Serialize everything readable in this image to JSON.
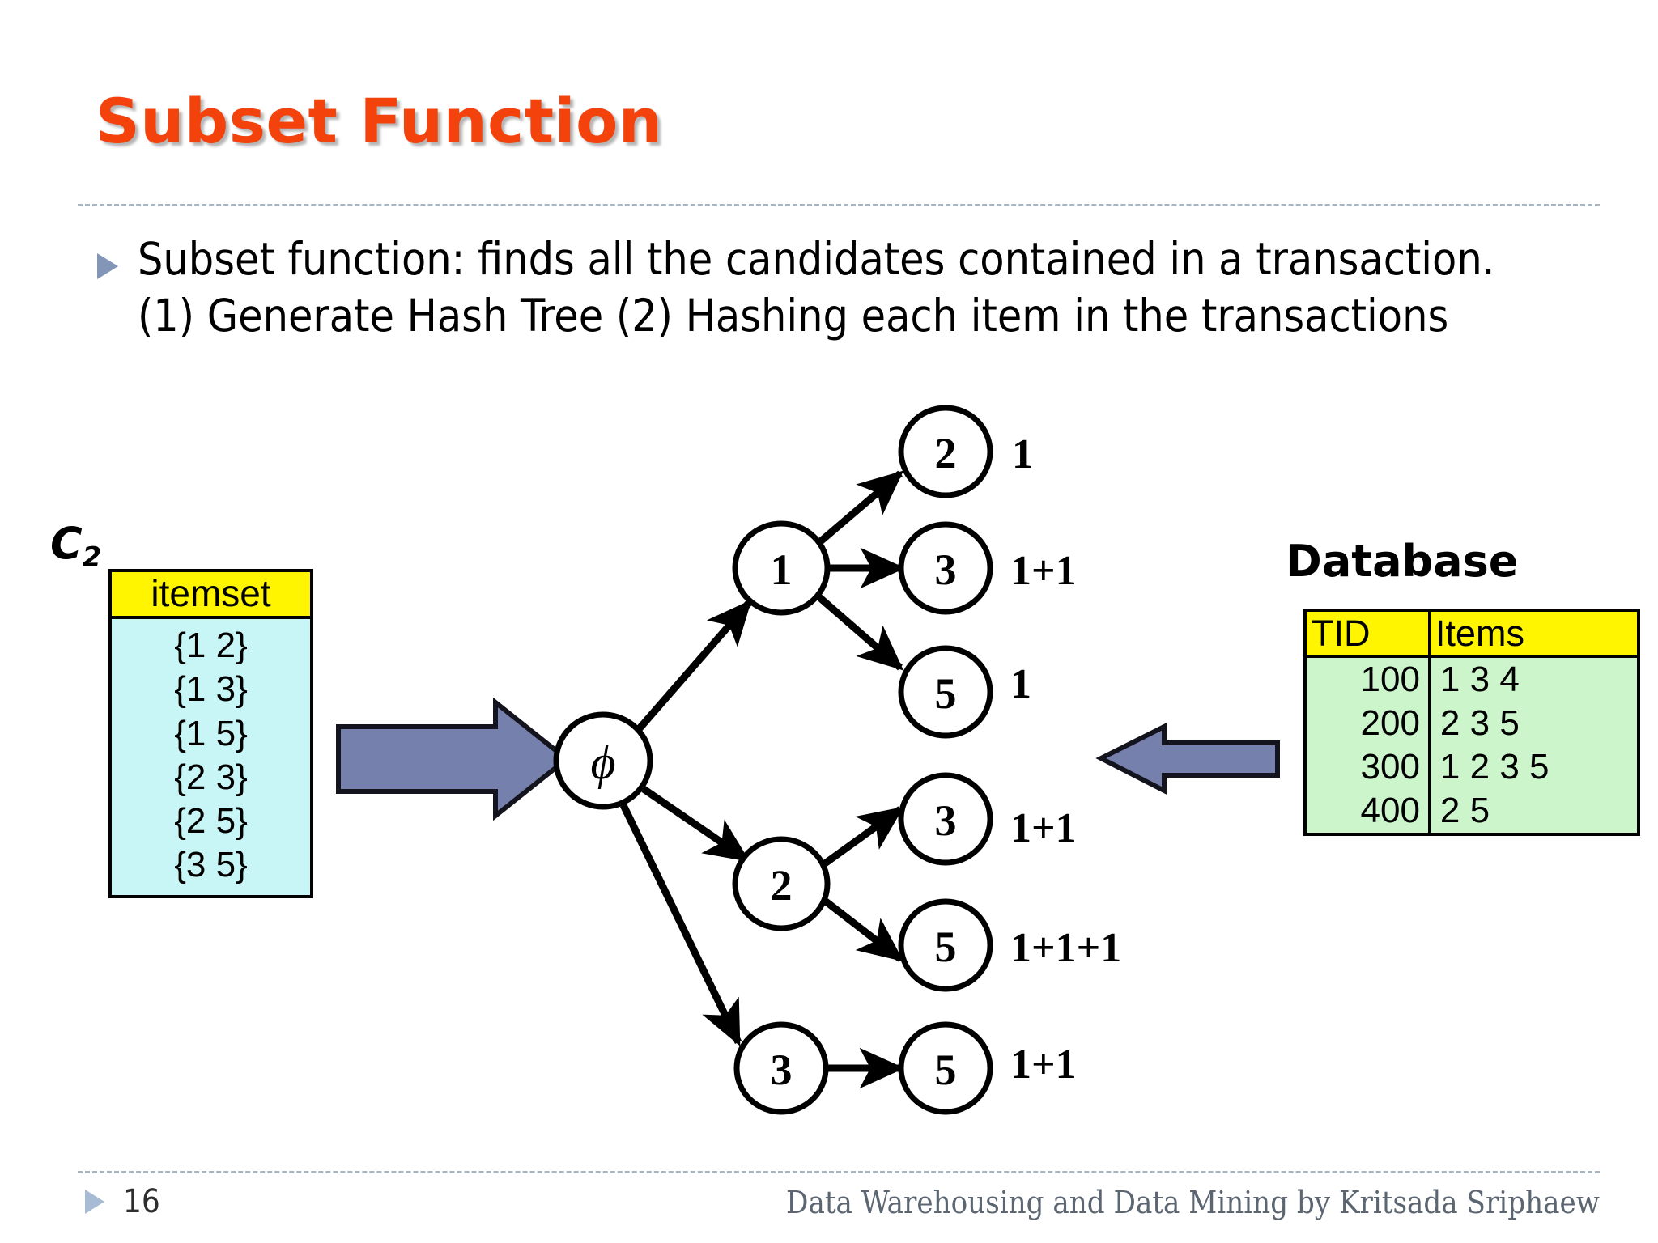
{
  "slide": {
    "title": "Subset Function",
    "title_color": "#F4420D",
    "bullet": "Subset function: finds all the candidates contained in a transaction. (1) Generate Hash Tree (2) Hashing each item in the transactions",
    "bullet_marker_color": "#8496B8"
  },
  "candidates": {
    "label": "C",
    "label_sub": "2",
    "header": "itemset",
    "header_bg": "#FFF500",
    "body_bg": "#C8F5F5",
    "rows": [
      "{1 2}",
      "{1 3}",
      "{1 5}",
      "{2 3}",
      "{2 5}",
      "{3 5}"
    ]
  },
  "database": {
    "title": "Database",
    "header_bg": "#FFF500",
    "body_bg": "#CCF5CC",
    "columns": [
      "TID",
      "Items"
    ],
    "rows": [
      {
        "tid": "100",
        "items": "1 3 4"
      },
      {
        "tid": "200",
        "items": "2 3 5"
      },
      {
        "tid": "300",
        "items": "1 2 3 5"
      },
      {
        "tid": "400",
        "items": "2 5"
      }
    ]
  },
  "arrows": {
    "fill": "#7680AC",
    "stroke": "#000000",
    "left_to_tree": "right-arrow-candidates-to-tree",
    "db_to_tree": "left-arrow-database-to-tree"
  },
  "hash_tree": {
    "root": "ϕ",
    "nodes": {
      "branch1": "1",
      "branch1_child1": "2",
      "branch1_child2": "3",
      "branch1_child3": "5",
      "branch2": "2",
      "branch2_child1": "3",
      "branch2_child2": "5",
      "branch3": "3",
      "branch3_child1": "5"
    },
    "counts": {
      "branch1_child1": "1",
      "branch1_child2": "1+1",
      "branch1_child3": "1",
      "branch2_child1": "1+1",
      "branch2_child2": "1+1+1",
      "branch3_child1": "1+1"
    }
  },
  "footer": {
    "slide_number": "16",
    "credit": "Data Warehousing and Data Mining by Kritsada Sriphaew",
    "credit_color": "#5C6672"
  }
}
